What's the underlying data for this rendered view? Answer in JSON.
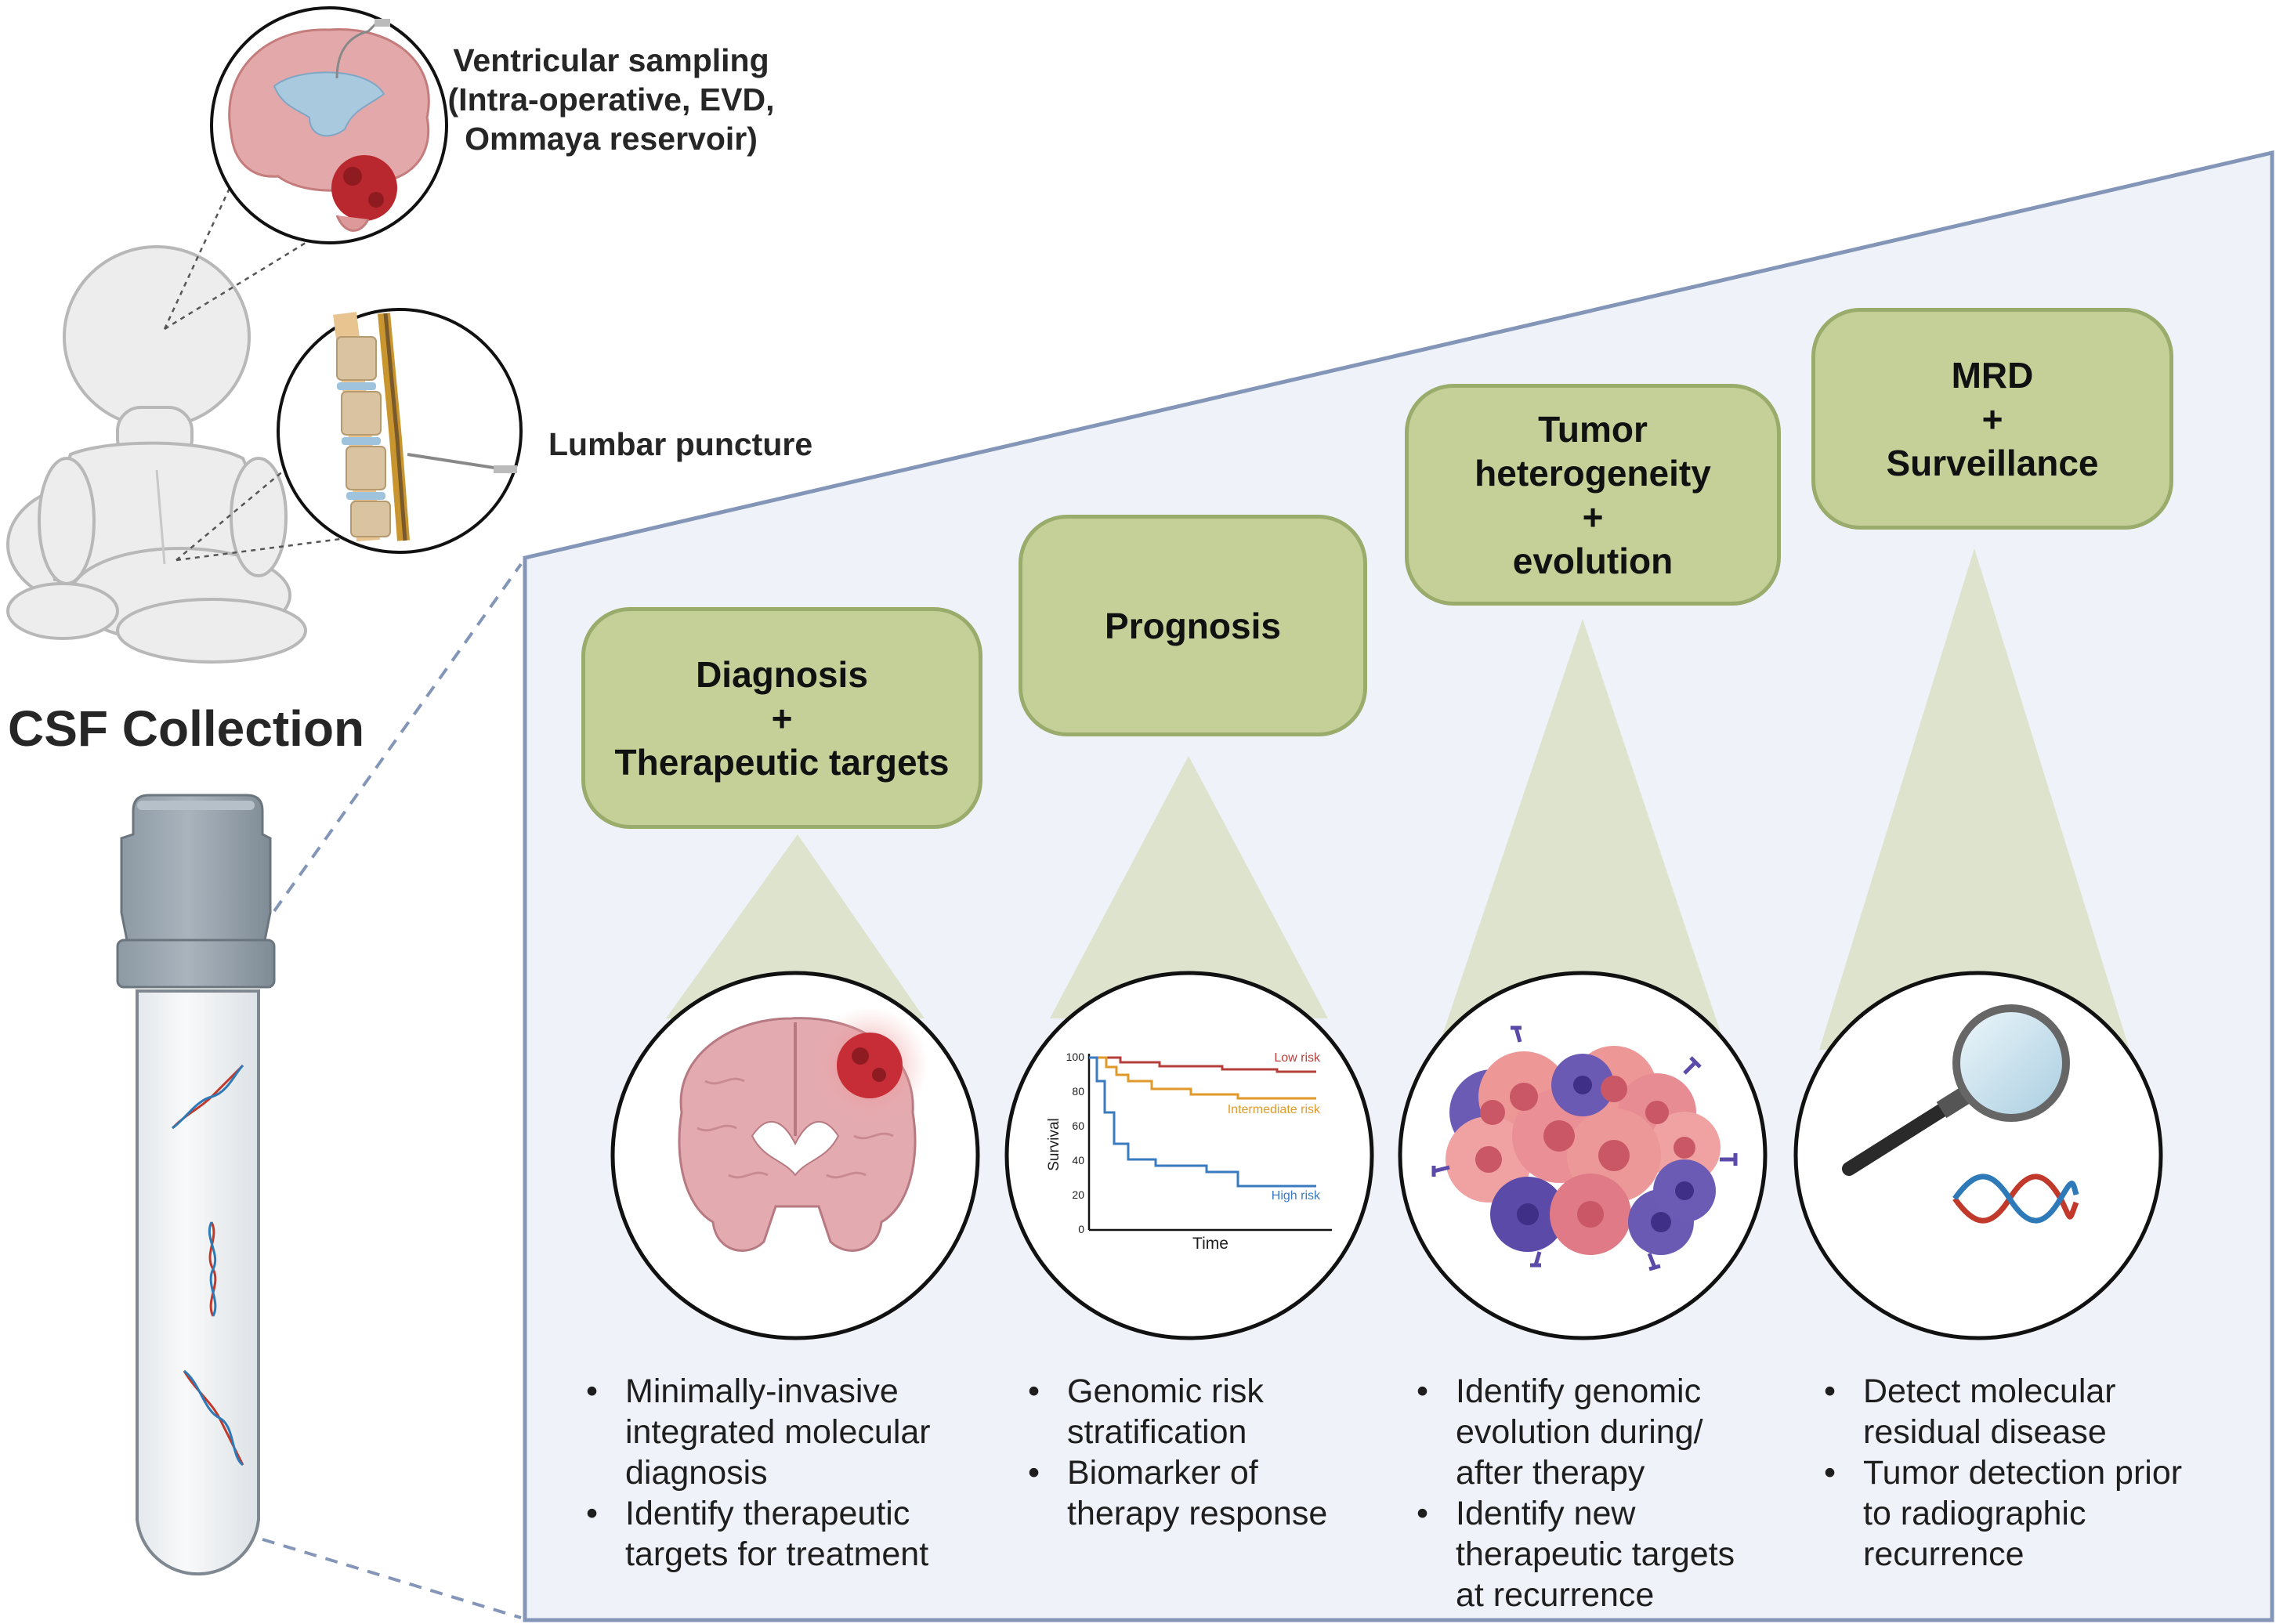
{
  "collection": {
    "title": "CSF Collection",
    "sites": [
      {
        "label_lines": [
          "Ventricular sampling",
          "(Intra-operative, EVD,",
          "Ommaya reservoir)"
        ]
      },
      {
        "label_lines": [
          "Lumbar puncture"
        ]
      }
    ]
  },
  "applications": [
    {
      "title_lines": [
        "Diagnosis",
        "+",
        "Therapeutic targets"
      ],
      "icon": "brain-tumor-icon",
      "bullets": [
        [
          "Minimally-invasive",
          "integrated molecular",
          "diagnosis"
        ],
        [
          "Identify therapeutic",
          "targets for treatment"
        ]
      ]
    },
    {
      "title_lines": [
        "Prognosis"
      ],
      "icon": "survival-curve-icon",
      "bullets": [
        [
          "Genomic risk",
          "stratification"
        ],
        [
          "Biomarker of",
          "therapy response"
        ]
      ]
    },
    {
      "title_lines": [
        "Tumor",
        "heterogeneity",
        "+",
        "evolution"
      ],
      "icon": "tumor-cells-icon",
      "bullets": [
        [
          "Identify genomic",
          "evolution during/",
          "after therapy"
        ],
        [
          "Identify new",
          "therapeutic targets",
          "at recurrence"
        ]
      ]
    },
    {
      "title_lines": [
        "MRD",
        "+",
        "Surveillance"
      ],
      "icon": "magnifier-dna-icon",
      "bullets": [
        [
          "Detect molecular",
          "residual disease"
        ],
        [
          "Tumor detection prior",
          "to radiographic",
          "recurrence"
        ]
      ]
    }
  ],
  "survival_plot": {
    "xlabel": "Time",
    "ylabel": "Survival",
    "y_ticks": [
      "100",
      "80",
      "60",
      "40",
      "20",
      "0"
    ],
    "series": [
      {
        "name": "Low risk",
        "color": "#b5403b"
      },
      {
        "name": "Intermediate risk",
        "color": "#e09a2a"
      },
      {
        "name": "High risk",
        "color": "#3a7bc0"
      }
    ]
  },
  "colors": {
    "panel_fill": "#eff3f9",
    "panel_stroke": "#8496b8",
    "box_fill": "#c5cf98",
    "box_stroke": "#9aac6c",
    "spotlight": "#dde3cc"
  }
}
